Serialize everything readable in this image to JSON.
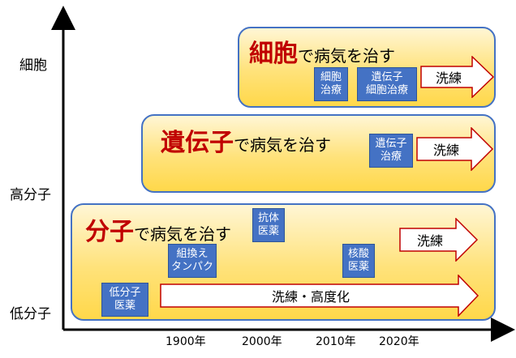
{
  "y_axis": {
    "labels": [
      "細胞",
      "高分子",
      "低分子"
    ]
  },
  "x_axis": {
    "labels": [
      "1900年",
      "2000年",
      "2010年",
      "2020年"
    ]
  },
  "panels": {
    "cell": {
      "title_big": "細胞",
      "title_rest": "で病気を治す",
      "boxes": [
        "細胞\n治療",
        "遺伝子\n細胞治療"
      ],
      "arrow_label": "洗練"
    },
    "gene": {
      "title_big": "遺伝子",
      "title_rest": "で病気を治す",
      "boxes": [
        "遺伝子\n治療"
      ],
      "arrow_label": "洗練"
    },
    "molecule": {
      "title_big": "分子",
      "title_rest": "で病気を治す",
      "boxes": [
        "抗体\n医薬",
        "組換え\nタンパク",
        "核酸\n医薬",
        "低分子\n医薬"
      ],
      "arrow_label": "洗練",
      "long_arrow_label": "洗練・高度化"
    }
  },
  "colors": {
    "panel_border": "#4472c4",
    "panel_fill": "#ffe27a",
    "box_fill": "#4472c4",
    "title_accent": "#c00000",
    "arrow_stroke": "#c00000"
  }
}
